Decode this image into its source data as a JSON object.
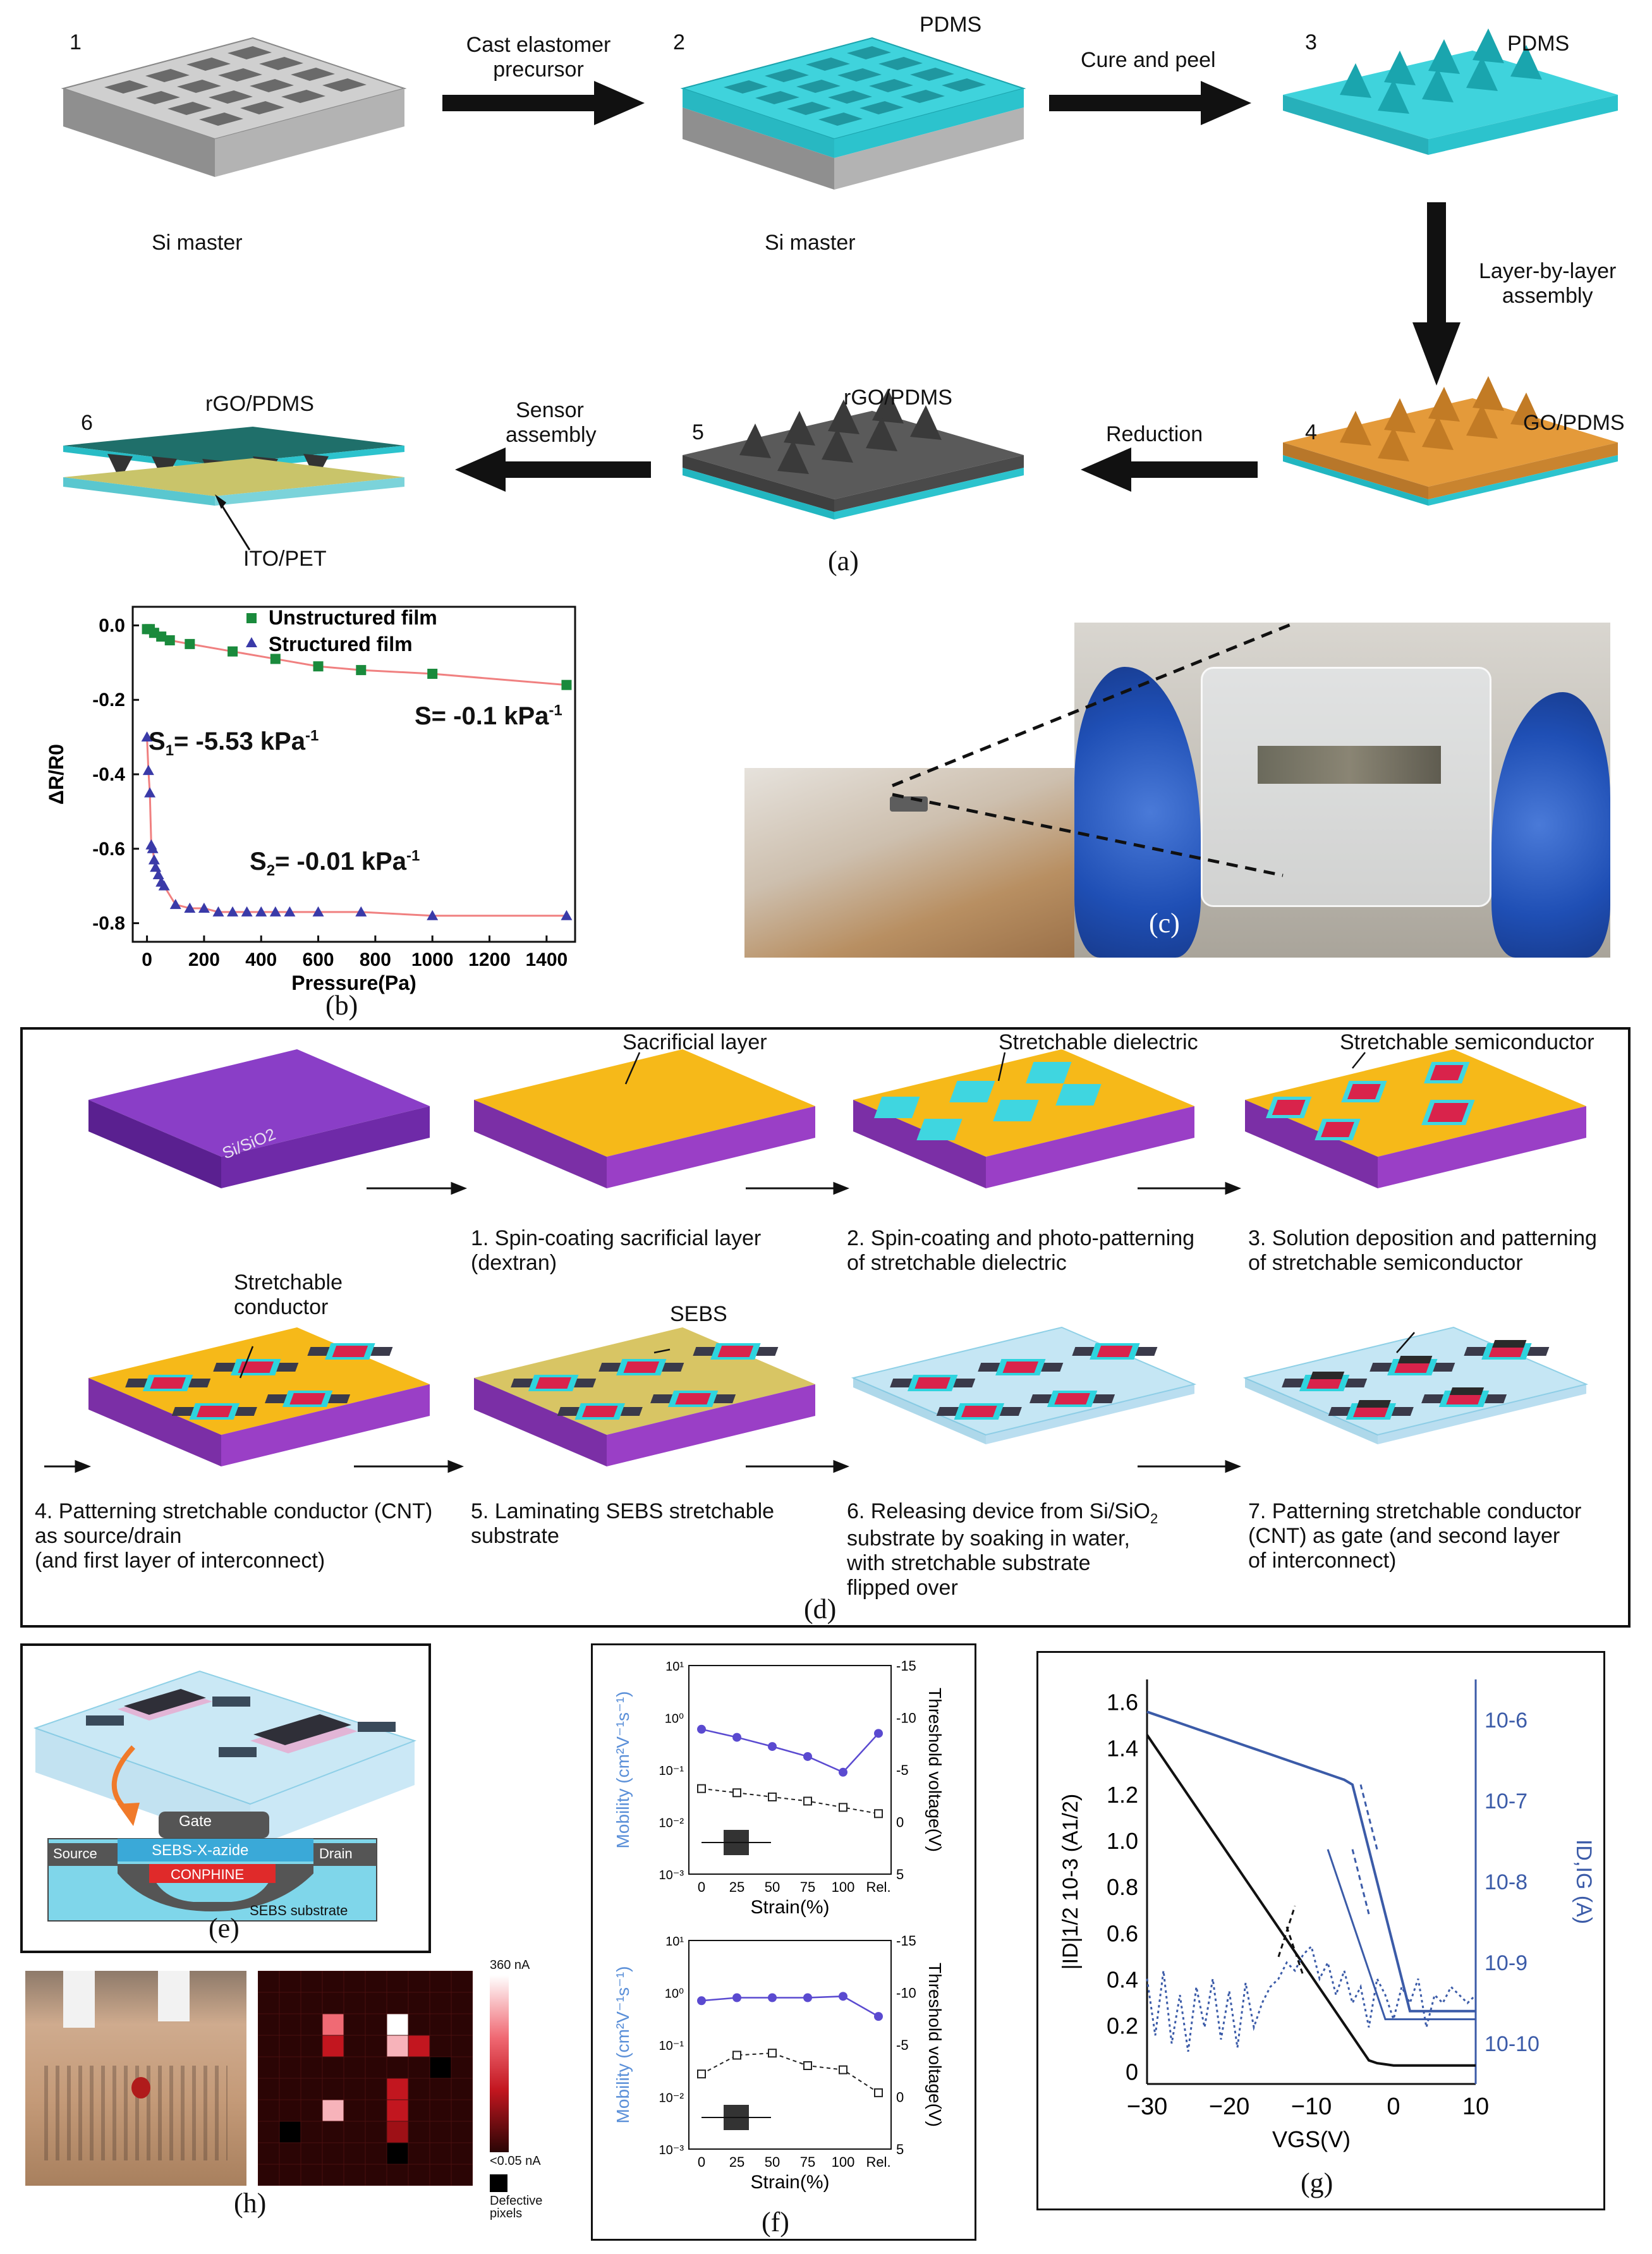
{
  "panel_a": {
    "caption": "(a)",
    "step1": {
      "num": "1",
      "label": "Si master"
    },
    "arrow12": "Cast elastomer\nprecursor",
    "step2": {
      "num": "2",
      "label": "Si master",
      "top": "PDMS"
    },
    "arrow23": "Cure and peel",
    "step3": {
      "num": "3",
      "top": "PDMS"
    },
    "arrow34": "Layer-by-layer\nassembly",
    "step4": {
      "num": "4",
      "top": "GO/PDMS"
    },
    "arrow45": "Reduction",
    "step5": {
      "num": "5",
      "top": "rGO/PDMS"
    },
    "arrow56": "Sensor\nassembly",
    "step6": {
      "num": "6",
      "top": "rGO/PDMS",
      "bottom": "ITO/PET"
    }
  },
  "panel_b": {
    "caption": "(b)",
    "annot_s": "S= -0.1 kPa",
    "annot_s1": "S",
    "annot_s1_rest": "= -5.53 kPa",
    "annot_s2": "S",
    "annot_s2_rest": "= -0.01 kPa",
    "sup": "-1",
    "sub1": "1",
    "sub2": "2"
  },
  "chart_data": [
    {
      "type": "scatter",
      "xlabel": "Pressure(Pa)",
      "ylabel": "ΔR/R0",
      "xlim": [
        -50,
        1500
      ],
      "ylim": [
        -0.85,
        0.05
      ],
      "xticks": [
        0,
        200,
        400,
        600,
        800,
        1000,
        1200,
        1400
      ],
      "yticks": [
        0.0,
        -0.2,
        -0.4,
        -0.6,
        -0.8
      ],
      "legend": "top-right",
      "series": [
        {
          "name": "Unstructured film",
          "color": "#1a8a3c",
          "marker": "square",
          "x": [
            0,
            10,
            25,
            50,
            80,
            150,
            300,
            450,
            600,
            750,
            1000,
            1470
          ],
          "y": [
            -0.01,
            -0.01,
            -0.02,
            -0.03,
            -0.04,
            -0.05,
            -0.07,
            -0.09,
            -0.11,
            -0.12,
            -0.13,
            -0.16
          ]
        },
        {
          "name": "Structured film",
          "color": "#3a3aa8",
          "marker": "triangle",
          "x": [
            0,
            5,
            10,
            15,
            20,
            25,
            30,
            40,
            50,
            60,
            100,
            150,
            200,
            250,
            300,
            350,
            400,
            450,
            500,
            600,
            750,
            1000,
            1470
          ],
          "y": [
            -0.3,
            -0.39,
            -0.45,
            -0.59,
            -0.6,
            -0.63,
            -0.65,
            -0.67,
            -0.69,
            -0.7,
            -0.75,
            -0.76,
            -0.76,
            -0.77,
            -0.77,
            -0.77,
            -0.77,
            -0.77,
            -0.77,
            -0.77,
            -0.77,
            -0.78,
            -0.78
          ]
        }
      ]
    },
    {
      "type": "line",
      "xlabel": "Strain(%)",
      "ylabel": "Mobility (cm²V⁻¹s⁻¹)",
      "y2label": "Threshold voltage(V)",
      "categories": [
        "0",
        "25",
        "50",
        "75",
        "100",
        "Rel."
      ],
      "series": [
        {
          "name": "Mobility",
          "values": [
            0.6,
            0.42,
            0.28,
            0.18,
            0.09,
            0.5
          ]
        },
        {
          "name": "Threshold voltage",
          "values": [
            -3.2,
            -2.8,
            -2.4,
            -2.0,
            -1.4,
            -0.8
          ]
        }
      ]
    },
    {
      "type": "line",
      "xlabel": "Strain(%)",
      "ylabel": "Mobility (cm²V⁻¹s⁻¹)",
      "y2label": "Threshold voltage(V)",
      "categories": [
        "0",
        "25",
        "50",
        "75",
        "100",
        "Rel."
      ],
      "series": [
        {
          "name": "Mobility",
          "values": [
            0.7,
            0.8,
            0.8,
            0.8,
            0.85,
            0.35
          ]
        },
        {
          "name": "Threshold voltage",
          "values": [
            -2.2,
            -4.0,
            -4.2,
            -3.0,
            -2.6,
            -0.4
          ]
        }
      ]
    },
    {
      "type": "line",
      "xlabel": "VGS(V)",
      "ylabel": "|ID|1/2 10-3 (A1/2)",
      "y2label": "ID,IG (A)",
      "xticks": [
        -30,
        -20,
        -10,
        0,
        10
      ],
      "yticks": [
        0,
        0.2,
        0.4,
        0.6,
        0.8,
        1.0,
        1.2,
        1.4,
        1.6
      ],
      "y2ticks": [
        "10-10",
        "10-9",
        "10-8",
        "10-7",
        "10-6"
      ]
    }
  ],
  "panel_c": {
    "caption": "(c)"
  },
  "panel_d": {
    "caption": "(d)",
    "sacrificial": "Sacrificial layer",
    "dielectric": "Stretchable dielectric",
    "semiconductor": "Stretchable semiconductor",
    "sio2": "Si/SiO2",
    "step1": "1. Spin-coating sacrificial layer\n(dextran)",
    "step2": "2. Spin-coating and photo-patterning\nof stretchable dielectric",
    "step3": "3. Solution deposition and patterning\nof stretchable semiconductor",
    "conductor": "Stretchable\nconductor",
    "sebs": "SEBS",
    "step4": "4. Patterning stretchable conductor (CNT)\nas source/drain\n(and first layer of interconnect)",
    "step5": "5. Laminating SEBS stretchable\nsubstrate",
    "step6a": "6. Releasing device from Si/SiO",
    "step6sub": "2",
    "step6b": "substrate by soaking in water,\nwith stretchable substrate\nflipped over",
    "step7": "7. Patterning stretchable conductor\n(CNT) as gate (and second layer\nof interconnect)"
  },
  "panel_e": {
    "caption": "(e)",
    "gate": "Gate",
    "source": "Source",
    "drain": "Drain",
    "azide": "SEBS-X-azide",
    "conphine": "CONPHINE",
    "substrate": "SEBS substrate"
  },
  "panel_f": {
    "caption": "(f)",
    "xlabel": "Strain(%)",
    "ylabel": "Mobility (cm",
    "y2label": "Threshold voltage(V)"
  },
  "panel_g": {
    "caption": "(g)"
  },
  "panel_h": {
    "caption": "(h)",
    "max": "360 nA",
    "min": "<0.05 nA",
    "defective": "Defective\npixels"
  }
}
